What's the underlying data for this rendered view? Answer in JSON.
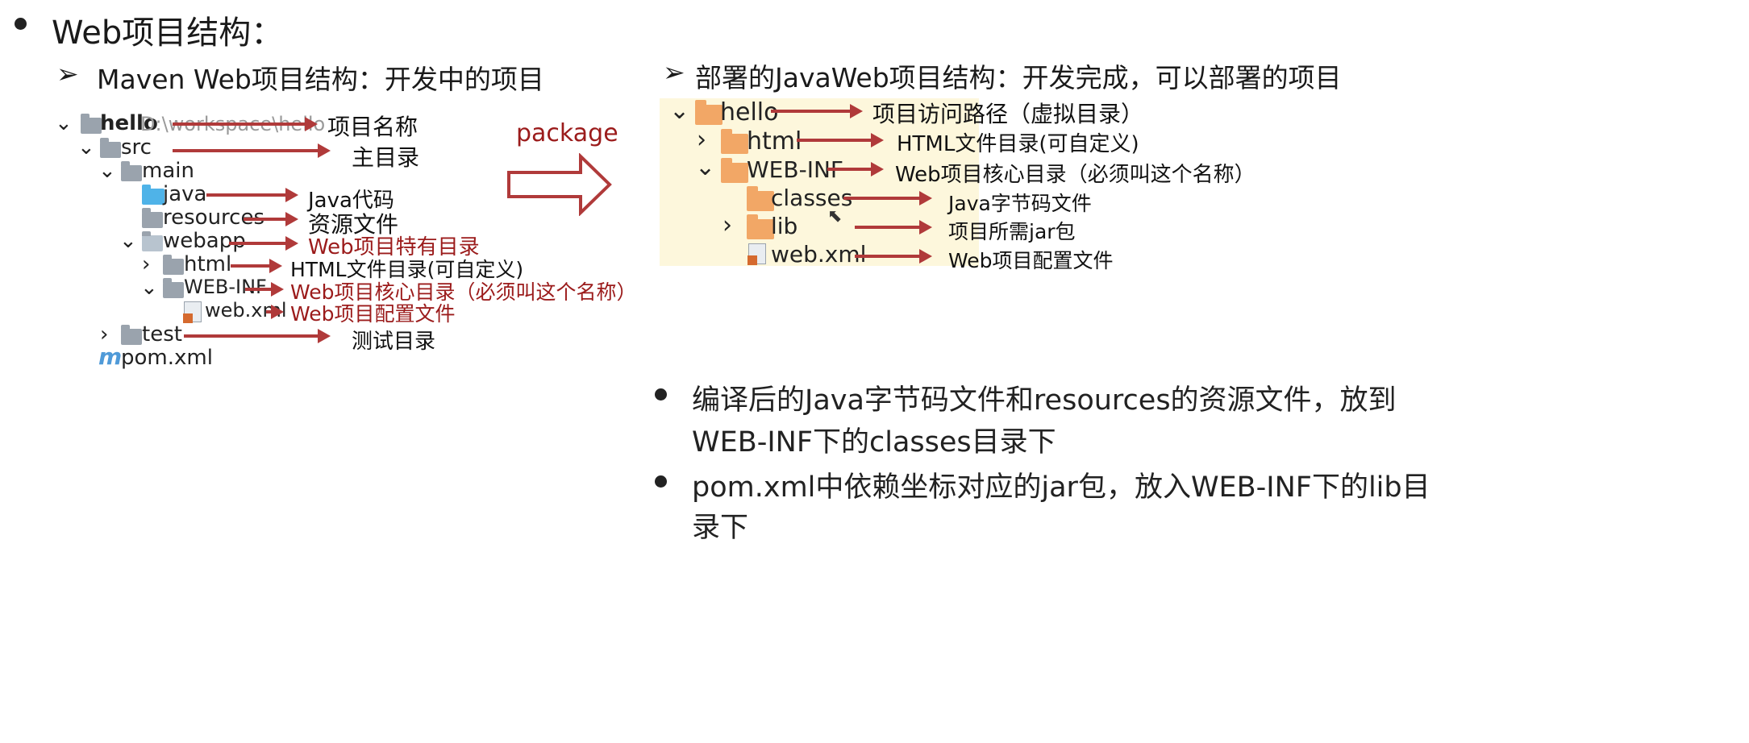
{
  "colors": {
    "accent_red": "#9b1b1b",
    "arrow_red": "#b03a3a",
    "highlight_bg": "#fdf7dc",
    "folder_orange": "#f2a766"
  },
  "title": "Web项目结构：",
  "left": {
    "heading": "Maven Web项目结构：开发中的项目",
    "tree": {
      "root": {
        "name": "hello",
        "path": "D:\\workspace\\hello"
      },
      "src": "src",
      "main": "main",
      "java": "java",
      "resources": "resources",
      "webapp": "webapp",
      "html": "html",
      "webinf": "WEB-INF",
      "webxml": "web.xml",
      "test": "test",
      "pom": "pom.xml",
      "pom_icon_letter": "m"
    },
    "annotations": {
      "hello": "项目名称",
      "src": "主目录",
      "java": "Java代码",
      "resources": "资源文件",
      "webapp": "Web项目特有目录",
      "html": "HTML文件目录(可自定义)",
      "webinf": "Web项目核心目录（必须叫这个名称）",
      "webxml": "Web项目配置文件",
      "test": "测试目录"
    }
  },
  "package_label": "package",
  "right": {
    "heading": "部署的JavaWeb项目结构：开发完成，可以部署的项目",
    "tree": {
      "hello": "hello",
      "html": "html",
      "webinf": "WEB-INF",
      "classes": "classes",
      "lib": "lib",
      "webxml": "web.xml"
    },
    "annotations": {
      "hello": "项目访问路径（虚拟目录）",
      "html": "HTML文件目录(可自定义)",
      "webinf": "Web项目核心目录（必须叫这个名称）",
      "classes": "Java字节码文件",
      "lib": "项目所需jar包",
      "webxml": "Web项目配置文件"
    }
  },
  "notes": {
    "note1_line1": "编译后的Java字节码文件和resources的资源文件，放到",
    "note1_line2": "WEB-INF下的classes目录下",
    "note2_line1": "pom.xml中依赖坐标对应的jar包，放入WEB-INF下的lib目",
    "note2_line2": "录下"
  }
}
